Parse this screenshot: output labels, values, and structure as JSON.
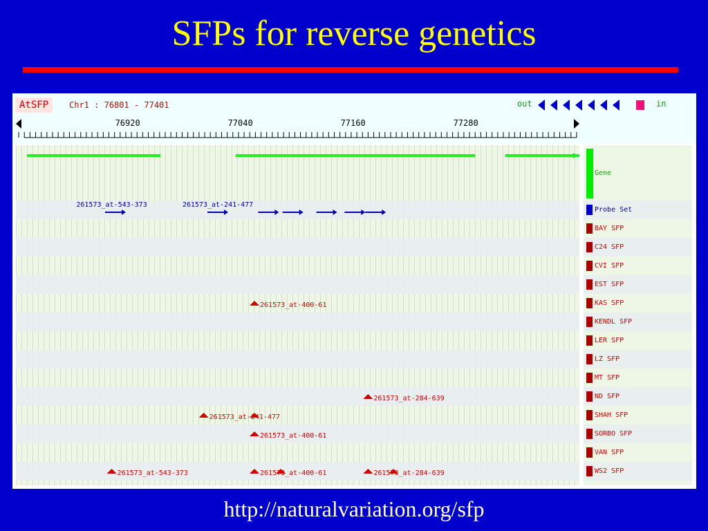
{
  "slide": {
    "title": "SFPs for reverse genetics",
    "url": "http://naturalvariation.org/sfp"
  },
  "viewer": {
    "app_name": "AtSFP",
    "locus": "Chr1 : 76801 - 77401",
    "zoom_out_label": "out",
    "zoom_in_label": "in",
    "ruler": {
      "start": 76801,
      "end": 77401,
      "ticks": [
        {
          "pos": 76920,
          "label": "76920"
        },
        {
          "pos": 77040,
          "label": "77040"
        },
        {
          "pos": 77160,
          "label": "77160"
        },
        {
          "pos": 77280,
          "label": "77280"
        }
      ]
    },
    "tracks": [
      {
        "id": "gene",
        "label": "Gene",
        "color": "#00ee00",
        "text_color": "#00aa00"
      },
      {
        "id": "probe_set",
        "label": "Probe Set",
        "color": "#0000cc",
        "text_color": "#000099"
      },
      {
        "id": "bay",
        "label": "BAY SFP",
        "color": "#aa0000",
        "text_color": "#cc0000"
      },
      {
        "id": "c24",
        "label": "C24 SFP",
        "color": "#aa0000",
        "text_color": "#cc0000"
      },
      {
        "id": "cvi",
        "label": "CVI SFP",
        "color": "#aa0000",
        "text_color": "#cc0000"
      },
      {
        "id": "est",
        "label": "EST SFP",
        "color": "#aa0000",
        "text_color": "#cc0000"
      },
      {
        "id": "kas",
        "label": "KAS SFP",
        "color": "#aa0000",
        "text_color": "#cc0000"
      },
      {
        "id": "kendl",
        "label": "KENDL SFP",
        "color": "#aa0000",
        "text_color": "#cc0000"
      },
      {
        "id": "ler",
        "label": "LER SFP",
        "color": "#aa0000",
        "text_color": "#cc0000"
      },
      {
        "id": "lz",
        "label": "LZ SFP",
        "color": "#aa0000",
        "text_color": "#cc0000"
      },
      {
        "id": "mt",
        "label": "MT SFP",
        "color": "#aa0000",
        "text_color": "#cc0000"
      },
      {
        "id": "nd",
        "label": "ND SFP",
        "color": "#aa0000",
        "text_color": "#cc0000"
      },
      {
        "id": "shah",
        "label": "SHAH SFP",
        "color": "#aa0000",
        "text_color": "#cc0000"
      },
      {
        "id": "sorbo",
        "label": "SORBO SFP",
        "color": "#aa0000",
        "text_color": "#cc0000"
      },
      {
        "id": "van",
        "label": "VAN SFP",
        "color": "#aa0000",
        "text_color": "#cc0000"
      },
      {
        "id": "ws2",
        "label": "WS2 SFP",
        "color": "#aa0000",
        "text_color": "#cc0000"
      }
    ],
    "gene_segments": [
      {
        "start": 76813,
        "end": 76955
      },
      {
        "start": 77035,
        "end": 77290
      },
      {
        "start": 77322,
        "end": 77401
      }
    ],
    "probe_labels": [
      {
        "text": "261573_at-543-373",
        "pos": 76903
      },
      {
        "text": "261573_at-241-477",
        "pos": 77016
      }
    ],
    "probe_arrows": [
      76918,
      77027,
      77081,
      77107,
      77143,
      77173,
      77195
    ],
    "sfp_features": [
      {
        "track": "kas",
        "pos": 77055,
        "label": "261573_at-400-61"
      },
      {
        "track": "nd",
        "pos": 77176,
        "label": "261573_at-284-639"
      },
      {
        "track": "shah",
        "pos": 77001,
        "label": "261573_at-241-477"
      },
      {
        "track": "shah",
        "pos": 77055,
        "label": ""
      },
      {
        "track": "sorbo",
        "pos": 77055,
        "label": "261573_at-400-61"
      },
      {
        "track": "ws2",
        "pos": 76903,
        "label": "261573_at-543-373"
      },
      {
        "track": "ws2",
        "pos": 77055,
        "label": "261573_at-400-61"
      },
      {
        "track": "ws2",
        "pos": 77083,
        "label": ""
      },
      {
        "track": "ws2",
        "pos": 77176,
        "label": "261573_at-284-639"
      },
      {
        "track": "ws2",
        "pos": 77203,
        "label": ""
      }
    ]
  }
}
